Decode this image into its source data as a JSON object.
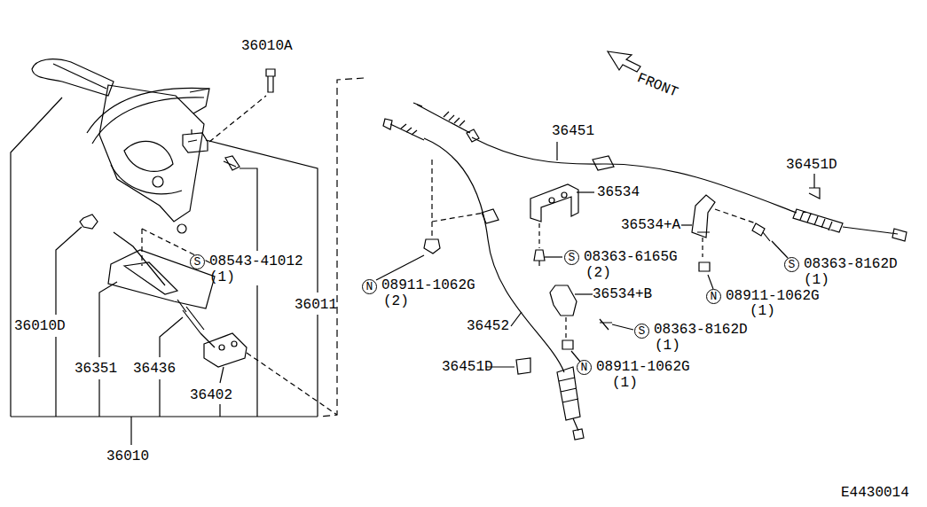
{
  "diagram": {
    "labels": [
      "36010A",
      "FRONT",
      "36451",
      "36451D",
      "36534",
      "36534+A",
      "S",
      "08543-41012",
      "(1)",
      "S",
      "08363-6165G",
      "(2)",
      "S",
      "08363-8162D",
      "(1)",
      "N",
      "08911-1062G",
      "(2)",
      "N",
      "08911-1062G",
      "(1)",
      "36534+B",
      "S",
      "08363-8162D",
      "(1)",
      "N",
      "08911-1062G",
      "(1)",
      "36010D",
      "36011",
      "36452",
      "36351",
      "36436",
      "36402",
      "36451D",
      "36010",
      "E4430014"
    ]
  }
}
